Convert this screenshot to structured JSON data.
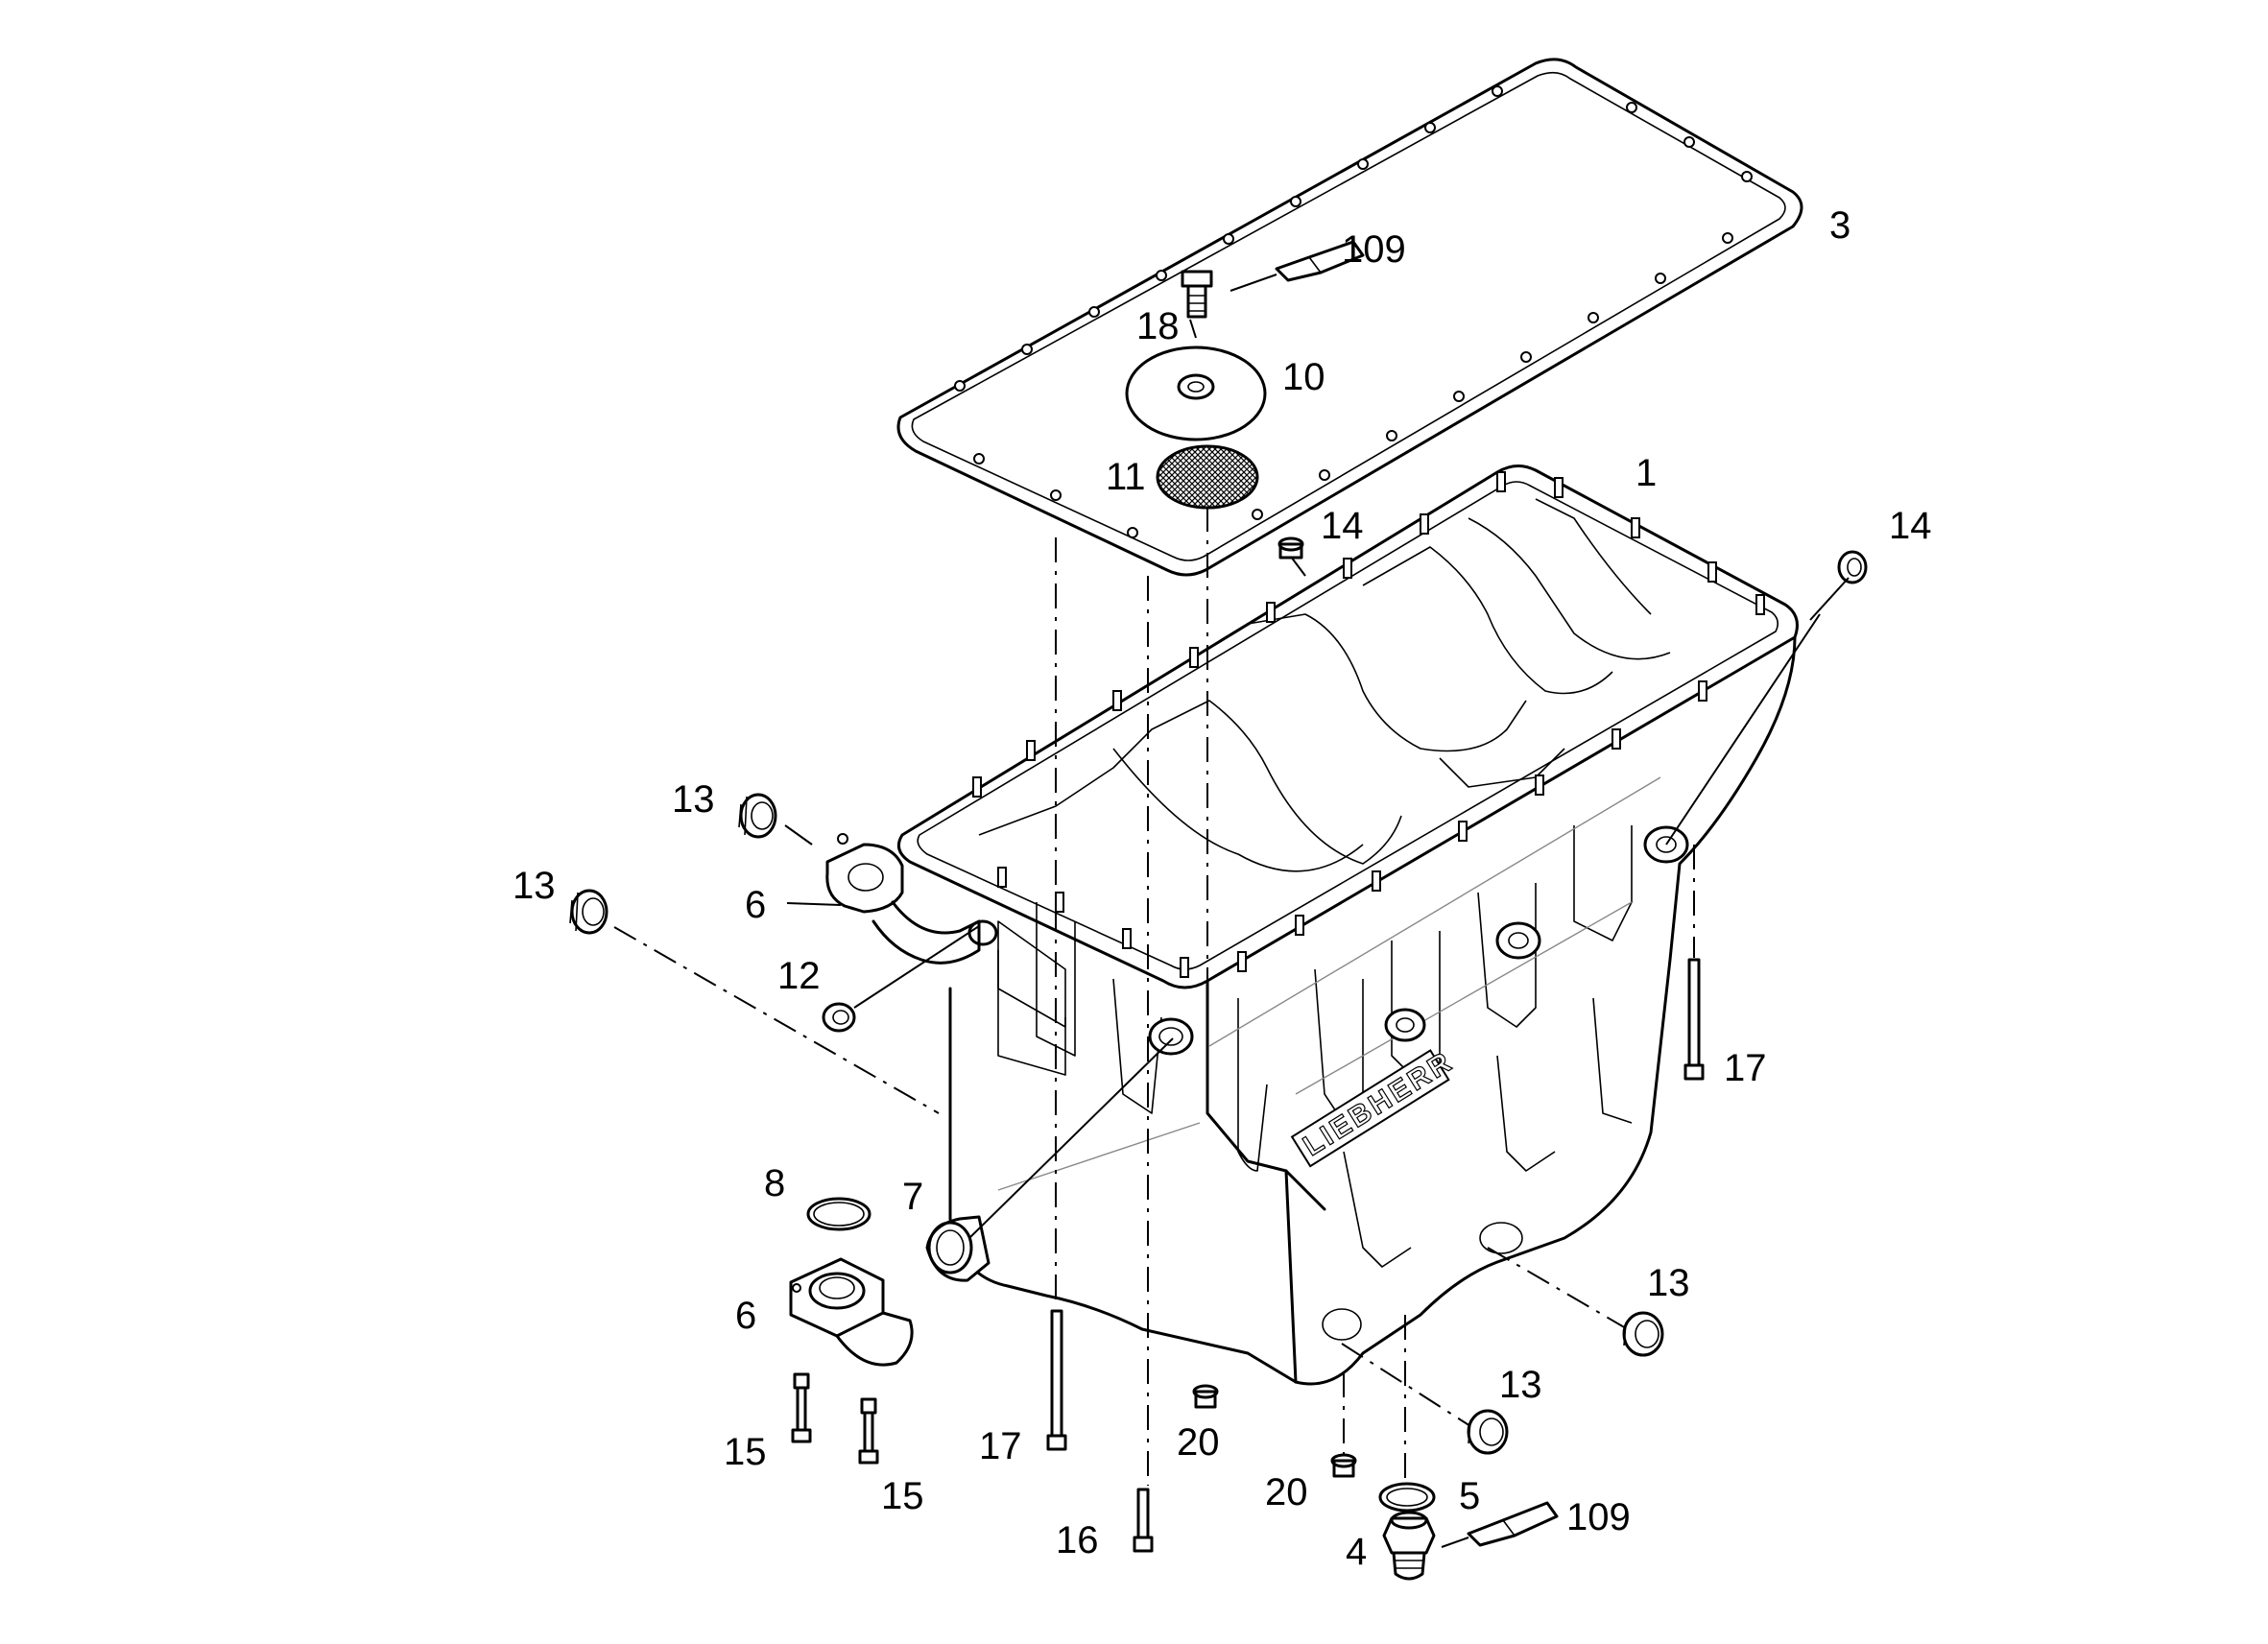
{
  "labels": {
    "l3": "3",
    "l109a": "109",
    "l18": "18",
    "l10": "10",
    "l11": "11",
    "l1": "1",
    "l14a": "14",
    "l14b": "14",
    "l13a": "13",
    "l13b": "13",
    "l6a": "6",
    "l12": "12",
    "l17a": "17",
    "l8": "8",
    "l7": "7",
    "l6b": "6",
    "l13c": "13",
    "l13d": "13",
    "l15a": "15",
    "l15b": "15",
    "l17b": "17",
    "l20a": "20",
    "l20b": "20",
    "l5": "5",
    "l109b": "109",
    "l16": "16",
    "l4": "4"
  },
  "logo": "LIEBHERR"
}
